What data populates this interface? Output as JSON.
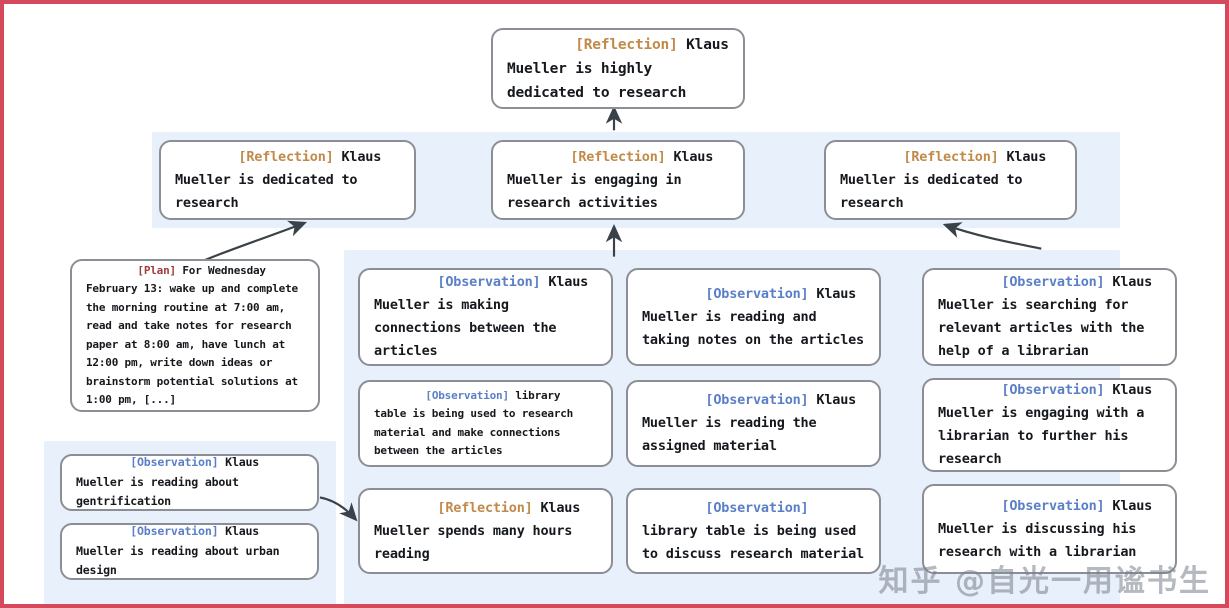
{
  "diagram": {
    "title": "Reflection tree for Klaus Mueller",
    "frame_color": "#d4495c",
    "panel_color": "#e8f0fb",
    "node_border_color": "#8b8f95",
    "tag_colors": {
      "reflection": "#c08a4a",
      "observation": "#5b7fc7",
      "plan": "#9e3b3b"
    },
    "watermark": "知乎 @自光一用谧书生"
  },
  "nodes": {
    "root": {
      "tag": "[Reflection]",
      "tag_type": "reflection",
      "text": " Klaus Mueller is highly dedicated to research"
    },
    "level1": [
      {
        "tag": "[Reflection]",
        "tag_type": "reflection",
        "text": " Klaus Mueller is dedicated to research"
      },
      {
        "tag": "[Reflection]",
        "tag_type": "reflection",
        "text": " Klaus Mueller is engaging in research activities"
      },
      {
        "tag": "[Reflection]",
        "tag_type": "reflection",
        "text": " Klaus Mueller is dedicated to research"
      }
    ],
    "plan": {
      "tag": "[Plan]",
      "tag_type": "plan",
      "text": " For Wednesday February 13: wake up and complete the morning routine at 7:00 am, read and take notes for research paper at 8:00 am, have lunch at 12:00 pm, write down ideas or brainstorm potential solutions at 1:00 pm, [...]"
    },
    "column1": [
      {
        "tag": "[Observation]",
        "tag_type": "observation",
        "text": " Klaus Mueller is making connections between the articles"
      },
      {
        "tag": "[Observation]",
        "tag_type": "observation",
        "text": " library table is being used to research material and make connections between the articles"
      },
      {
        "tag": "[Reflection]",
        "tag_type": "reflection",
        "text": " Klaus Mueller spends many hours reading"
      }
    ],
    "column2": [
      {
        "tag": "[Observation]",
        "tag_type": "observation",
        "text": " Klaus Mueller is reading and taking notes on the articles"
      },
      {
        "tag": "[Observation]",
        "tag_type": "observation",
        "text": " Klaus Mueller is reading the assigned material"
      },
      {
        "tag": "[Observation]",
        "tag_type": "observation",
        "text": " library table is being used to discuss research material"
      }
    ],
    "column3": [
      {
        "tag": "[Observation]",
        "tag_type": "observation",
        "text": " Klaus Mueller is searching for relevant articles with the help of a librarian"
      },
      {
        "tag": "[Observation]",
        "tag_type": "observation",
        "text": " Klaus Mueller is engaging with a librarian to further his research"
      },
      {
        "tag": "[Observation]",
        "tag_type": "observation",
        "text": " Klaus Mueller is discussing his research with a librarian"
      }
    ],
    "bottomleft": [
      {
        "tag": "[Observation]",
        "tag_type": "observation",
        "text": " Klaus Mueller is reading about gentrification"
      },
      {
        "tag": "[Observation]",
        "tag_type": "observation",
        "text": " Klaus Mueller is reading about urban design"
      }
    ]
  }
}
